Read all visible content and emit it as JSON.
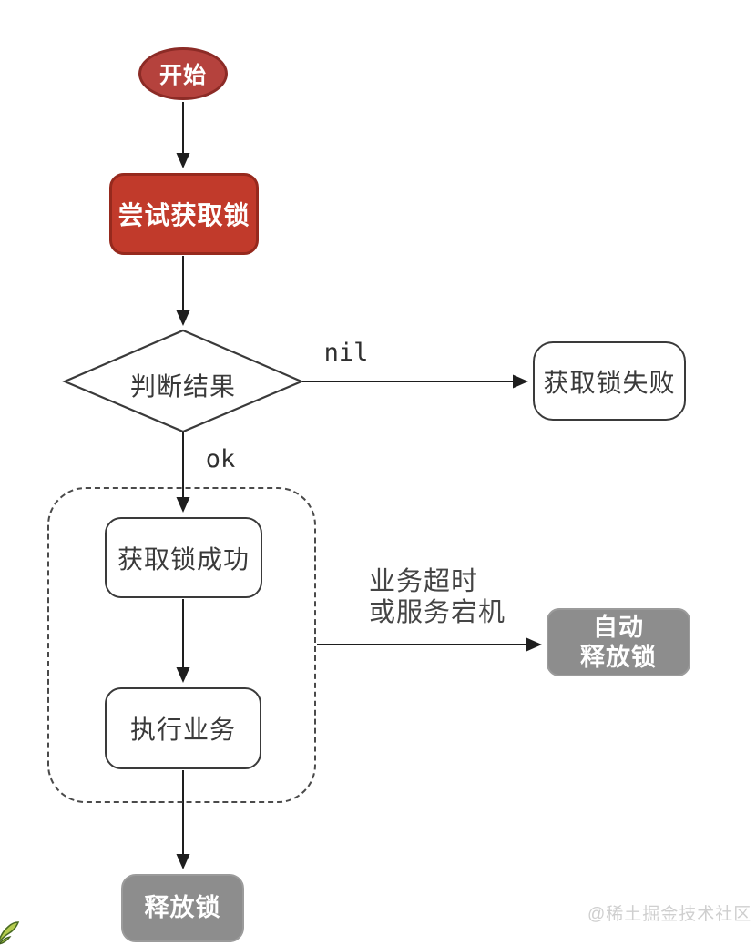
{
  "diagram": {
    "nodes": {
      "start": "开始",
      "try_lock": "尝试获取锁",
      "decision": "判断结果",
      "lock_failed": "获取锁失败",
      "lock_success": "获取锁成功",
      "exec_business": "执行业务",
      "auto_release_line1": "自动",
      "auto_release_line2": "释放锁",
      "release_lock": "释放锁"
    },
    "edge_labels": {
      "nil": "nil",
      "ok": "ok",
      "timeout_line1": "业务超时",
      "timeout_line2": "或服务宕机"
    },
    "colors": {
      "start_fill": "#b5423d",
      "start_border": "#8c2b26",
      "action_fill": "#c13a2b",
      "action_border": "#96291d",
      "neutral_fill": "#8d8d8d",
      "outline": "#3a3a3a",
      "arrow": "#1e1e1e",
      "watermark_text": "#cfcfcf",
      "plant_green": "#b5cc4e"
    }
  },
  "icons": {
    "bottom_left": "plant-sprite-icon"
  },
  "watermark": {
    "text": "@稀土掘金技术社区"
  }
}
